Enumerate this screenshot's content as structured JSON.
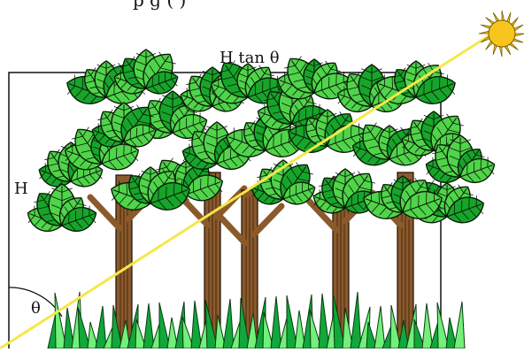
{
  "caption_fragment": "p               g                          ( )",
  "labels": {
    "width": "H tan θ",
    "height": "H",
    "angle": "θ"
  },
  "colors": {
    "sunbeam": "#f5e84a",
    "sun_fill": "#f7c51e",
    "sun_ray": "#f4c80f",
    "leaf_light": "#4fd44a",
    "leaf_dark": "#16a52a",
    "leaf_outline": "#0a1a08",
    "trunk": "#8b5a2b",
    "grass_light": "#72f07a",
    "grass_dark": "#10a83a",
    "box_stroke": "#111111"
  },
  "icons": {
    "sun": "sun-icon",
    "trees": "tree-icon",
    "grass": "grass-icon"
  }
}
